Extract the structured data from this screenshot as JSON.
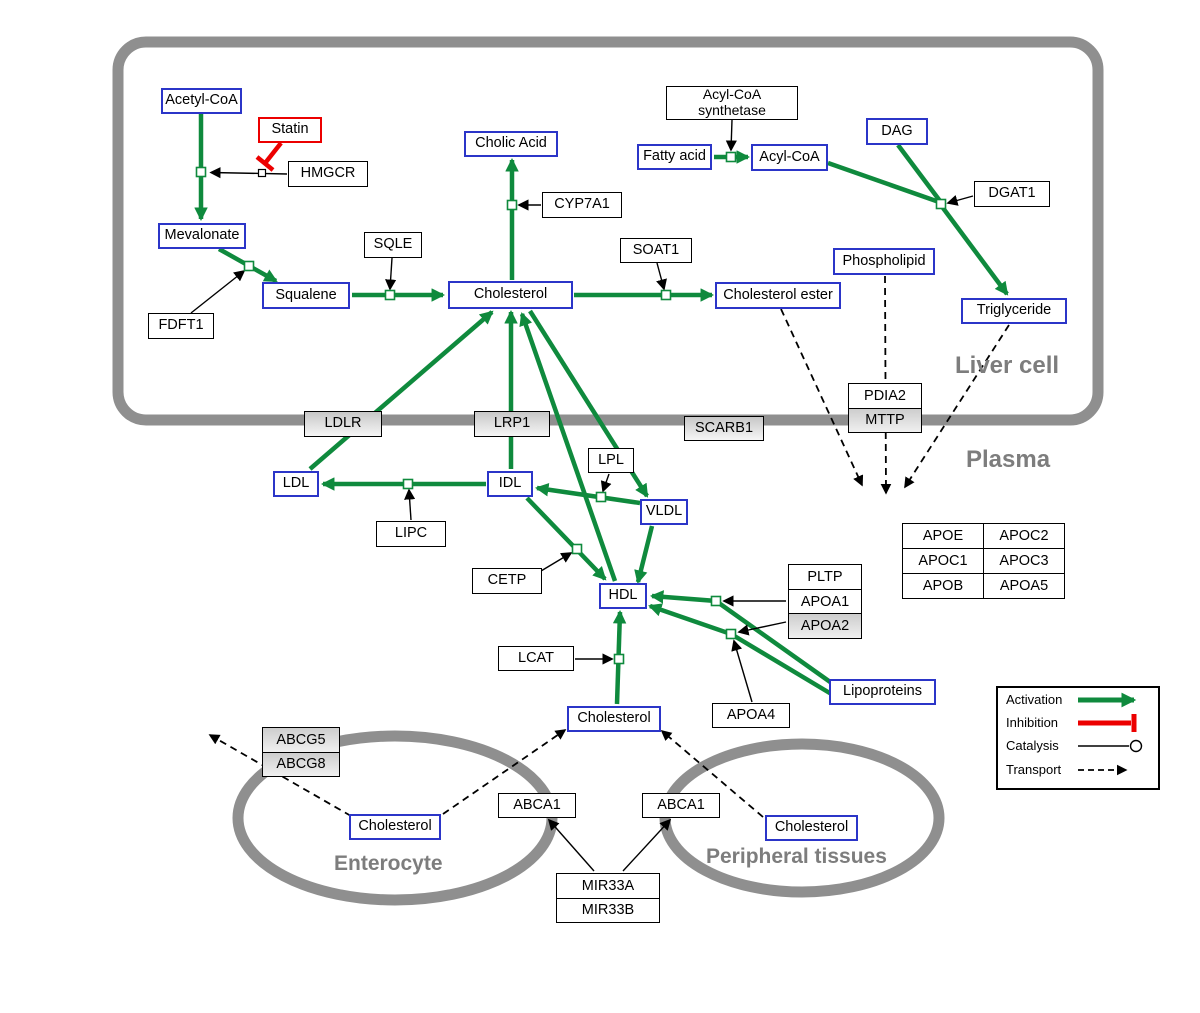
{
  "diagram": {
    "title_hint": "cholesterol-metabolism-pathway",
    "compartments": {
      "liver": "Liver cell",
      "plasma": "Plasma",
      "enterocyte": "Enterocyte",
      "peripheral": "Peripheral tissues"
    },
    "nodes": {
      "acetyl_coa": "Acetyl-CoA",
      "statin": "Statin",
      "hmgcr": "HMGCR",
      "mevalonate": "Mevalonate",
      "fdft1": "FDFT1",
      "squalene": "Squalene",
      "sqle": "SQLE",
      "cholic_acid": "Cholic Acid",
      "cyp7a1": "CYP7A1",
      "cholesterol_liver": "Cholesterol",
      "soat1": "SOAT1",
      "cholesterol_ester": "Cholesterol ester",
      "fatty_acid": "Fatty acid",
      "acyl_coa_synthetase": [
        "Acyl-CoA",
        "synthetase"
      ],
      "acyl_coa": "Acyl-CoA",
      "dag": "DAG",
      "dgat1": "DGAT1",
      "phospholipid": "Phospholipid",
      "triglyceride": "Triglyceride",
      "pdia2": "PDIA2",
      "mttp": "MTTP",
      "ldlr": "LDLR",
      "lrp1": "LRP1",
      "scarb1": "SCARB1",
      "ldl": "LDL",
      "idl": "IDL",
      "vldl": "VLDL",
      "lpl": "LPL",
      "lipc": "LIPC",
      "cetp": "CETP",
      "hdl": "HDL",
      "lcat": "LCAT",
      "pltp": "PLTP",
      "apoa1": "APOA1",
      "apoa2": "APOA2",
      "apoa4": "APOA4",
      "lipoproteins": "Lipoproteins",
      "cholesterol_plasma": "Cholesterol",
      "abcg5": "ABCG5",
      "abcg8": "ABCG8",
      "cholesterol_enterocyte": "Cholesterol",
      "cholesterol_peripheral": "Cholesterol",
      "abca1_left": "ABCA1",
      "abca1_right": "ABCA1",
      "mir33a": "MIR33A",
      "mir33b": "MIR33B"
    },
    "apo_table": [
      [
        "APOE",
        "APOC2"
      ],
      [
        "APOC1",
        "APOC3"
      ],
      [
        "APOB",
        "APOA5"
      ]
    ],
    "legend": [
      "Activation",
      "Inhibition",
      "Catalysis",
      "Transport"
    ],
    "colors": {
      "activation_green": "#0F8A3D",
      "inhibition_red": "#EC0000",
      "metabolite_border": "#2B35C8",
      "compartment_gray": "#8F8F8F"
    }
  }
}
